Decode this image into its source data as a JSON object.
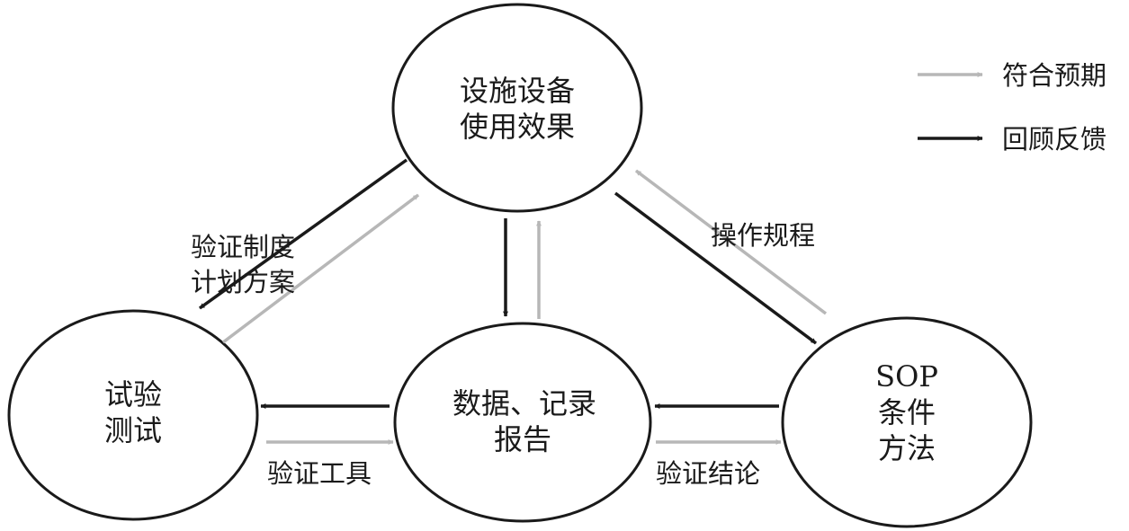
{
  "colors": {
    "conforming": "#b7b7b7",
    "feedback": "#1a1a1a",
    "node_stroke": "#1a1a1a"
  },
  "legend": {
    "conforming_label": "符合预期",
    "feedback_label": "回顾反馈"
  },
  "nodes": {
    "facility": {
      "line1": "设施设备",
      "line2": "使用效果"
    },
    "test": {
      "line1": "试验",
      "line2": "测试"
    },
    "data": {
      "line1": "数据、记录",
      "line2": "报告"
    },
    "sop": {
      "line1": "SOP",
      "line2": "条件",
      "line3": "方法"
    }
  },
  "edge_labels": {
    "plan_line1": "验证制度",
    "plan_line2": "计划方案",
    "procedure": "操作规程",
    "tool": "验证工具",
    "conclusion": "验证结论"
  }
}
